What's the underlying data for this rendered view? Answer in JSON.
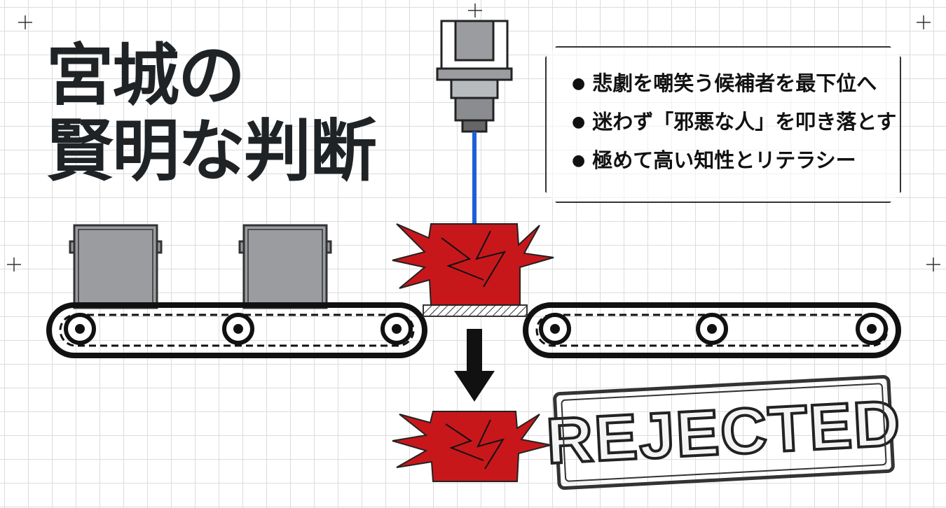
{
  "title": {
    "line1": "宮城の",
    "line2": "賢明な判断"
  },
  "bullets": [
    "悲劇を嘲笑う候補者を最下位へ",
    "迷わず「邪悪な人」を叩き落とす",
    "極めて高い知性とリテラシー"
  ],
  "stamp": {
    "label": "REJECTED"
  },
  "colors": {
    "reject_red": "#c8171b",
    "laser_blue": "#1e5fd8",
    "box_gray": "#9a9ca0",
    "ink": "#1f2326"
  }
}
